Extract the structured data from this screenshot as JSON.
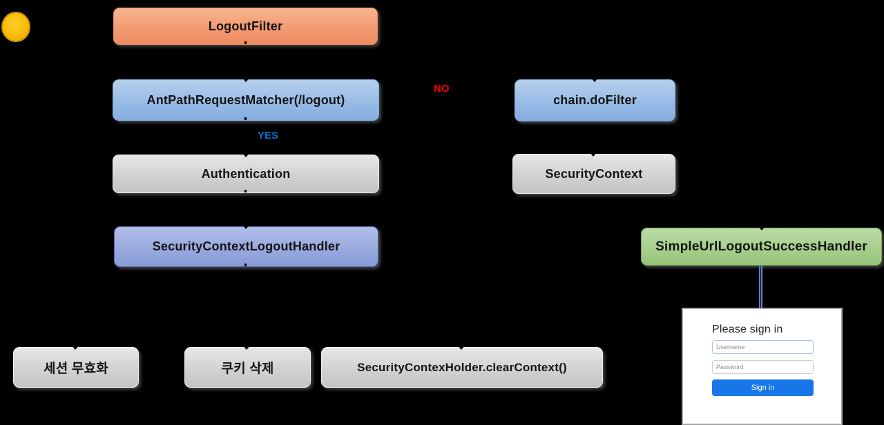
{
  "nodes": [
    {
      "label": "LogoutFilter"
    },
    {
      "label": "AntPathRequestMatcher(/logout)"
    },
    {
      "label": "chain.doFilter"
    },
    {
      "label": "Authentication"
    },
    {
      "label": "SecurityContext"
    },
    {
      "label": "SecurityContextLogoutHandler"
    },
    {
      "label": "SimpleUrlLogoutSuccessHandler"
    },
    {
      "label": "세션 무효화"
    },
    {
      "label": "쿠키 삭제"
    },
    {
      "label": "SecurityContexHolder.clearContext()"
    }
  ],
  "branch_labels": {
    "yes": "YES",
    "yes_color": "#0073CF",
    "no": "NO",
    "no_color": "#FF0000"
  },
  "colors": {
    "background": "#000000",
    "node_orange": "#F39A72",
    "node_blue": "#93B8E5",
    "node_gray": "#D2D2D2",
    "node_periwinkle": "#95A6DD",
    "node_green": "#A3CD88",
    "start_circle": "#F7BB06",
    "signin_button": "#1877E8",
    "connector_blue": "#5A84C4"
  },
  "signin_form": {
    "title": "Please sign in",
    "username_placeholder": "Username",
    "password_placeholder": "Password",
    "submit_label": "Sign in"
  }
}
